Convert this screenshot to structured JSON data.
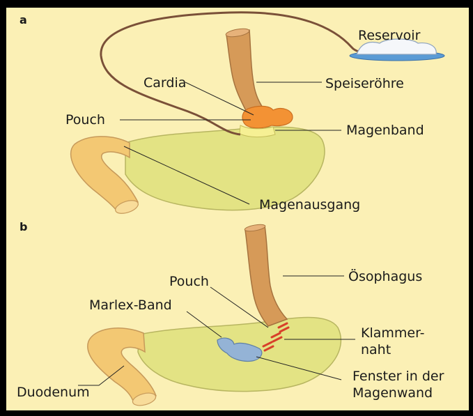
{
  "panels": {
    "a": {
      "letter": "a",
      "labels": {
        "reservoir": "Reservoir",
        "cardia": "Cardia",
        "speiseroehre": "Speiseröhre",
        "pouch": "Pouch",
        "magenband": "Magenband",
        "magenausgang": "Magenausgang"
      }
    },
    "b": {
      "letter": "b",
      "labels": {
        "oesophagus": "Ösophagus",
        "pouch": "Pouch",
        "marlex_band": "Marlex-Band",
        "klammernaht_1": "Klammer-",
        "klammernaht_2": "naht",
        "fenster_1": "Fenster in der",
        "fenster_2": "Magenwand",
        "duodenum": "Duodenum"
      }
    }
  },
  "colors": {
    "background": "#FBF0B5",
    "frame": "#000000",
    "stomach": "#E3E384",
    "esophagus": "#D69A58",
    "duodenum": "#F3C873",
    "pouch": "#F39234",
    "band": "#F6F094",
    "tube": "#7A5038",
    "reservoir": "#5A9BD5",
    "marlex": "#94B3D6",
    "staples": "#D8402A"
  }
}
